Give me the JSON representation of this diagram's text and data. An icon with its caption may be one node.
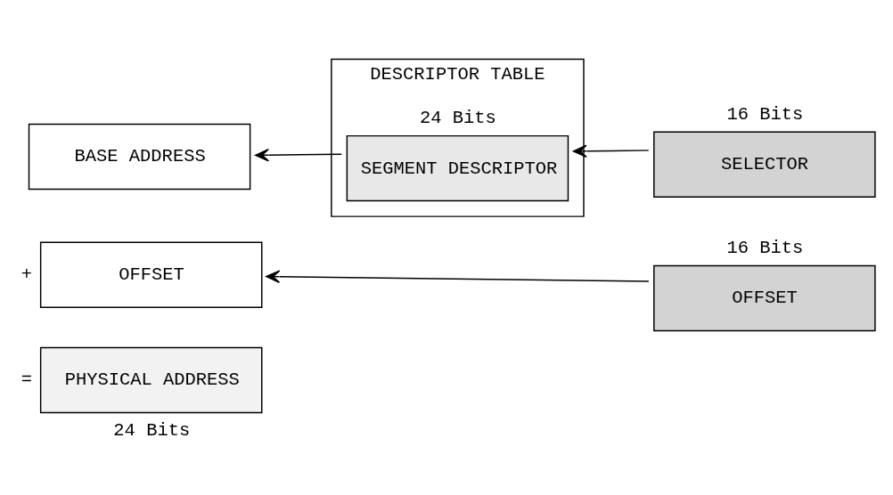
{
  "diagram": {
    "nodes": [
      {
        "text": [
          "DESCRIPTOR TABLE"
        ]
      },
      {
        "text": [
          "SEGMENT DESCRIPTOR"
        ],
        "in": 0,
        "beside": [
          "24 Bits"
        ]
      },
      {
        "text": [
          "SELECTOR"
        ],
        "beside": [
          "16 Bits"
        ]
      },
      {
        "text": [
          "OFFSET"
        ],
        "beside": [
          "16 Bits"
        ]
      },
      {
        "text": [
          "BASE ADDRESS"
        ]
      },
      {
        "text": [
          "OFFSET"
        ],
        "beside": [
          "+"
        ]
      },
      {
        "text": [
          "PHYSICAL ADDRESS"
        ],
        "beside": [
          "=",
          "24 Bits"
        ]
      }
    ],
    "edges": [
      {
        "from": 2,
        "to": 1,
        "arrow": "to"
      },
      {
        "from": 1,
        "to": 4,
        "arrow": "to"
      },
      {
        "from": 3,
        "to": 5,
        "arrow": "to"
      }
    ]
  }
}
